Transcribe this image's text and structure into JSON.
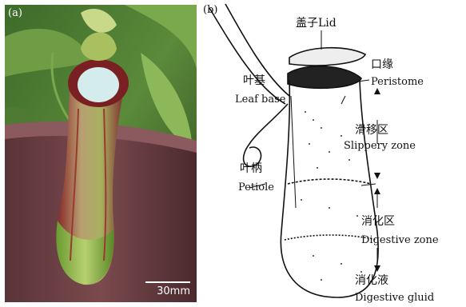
{
  "panel_a": {
    "letter": "(a)",
    "scale_bar": "30mm"
  },
  "panel_b": {
    "letter": "(b)",
    "labels": {
      "lid": "盖子Lid",
      "peristome_cn": "口缘",
      "peristome_en": "Peristome",
      "leaf_base_cn": "叶基",
      "leaf_base_en": "Leaf base",
      "slippery_cn": "滑移区",
      "slippery_en": "Slippery zone",
      "petiole_cn": "叶柄",
      "petiole_en": "Petiole",
      "digestive_cn": "消化区",
      "digestive_en": "Digestive zone",
      "fluid_cn": "消化液",
      "fluid_en": "Digestive gluid"
    }
  }
}
